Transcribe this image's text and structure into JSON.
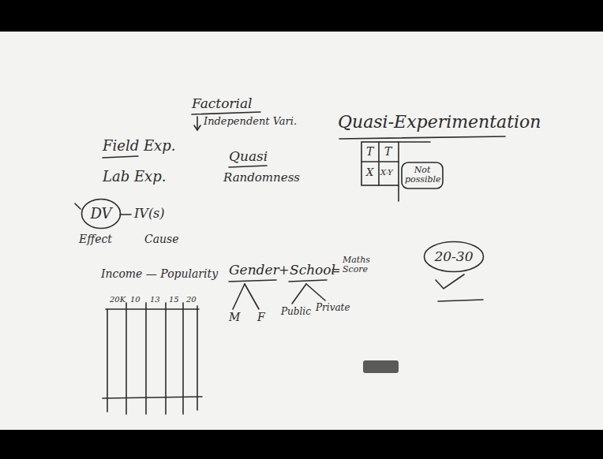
{
  "diagram": {
    "nodes": [
      {
        "text": [
          "DV"
        ]
      },
      {
        "text": [
          "Not possible"
        ]
      },
      {
        "text": [
          "20-30"
        ]
      }
    ],
    "labels": [
      "Factorial",
      "Independent Vari.",
      "Field Exp.",
      "Lab Exp.",
      "Quasi",
      "Randomness",
      "Quasi-Experimentation",
      "T",
      "T",
      "X",
      "X-Y",
      "IV(s)",
      "Effect",
      "Cause",
      "Income — Popularity",
      "20K",
      "10",
      "13",
      "15",
      "20",
      "Gender",
      "+",
      "School",
      "=",
      "Maths Score",
      "M",
      "F",
      "Public",
      "Private"
    ]
  }
}
